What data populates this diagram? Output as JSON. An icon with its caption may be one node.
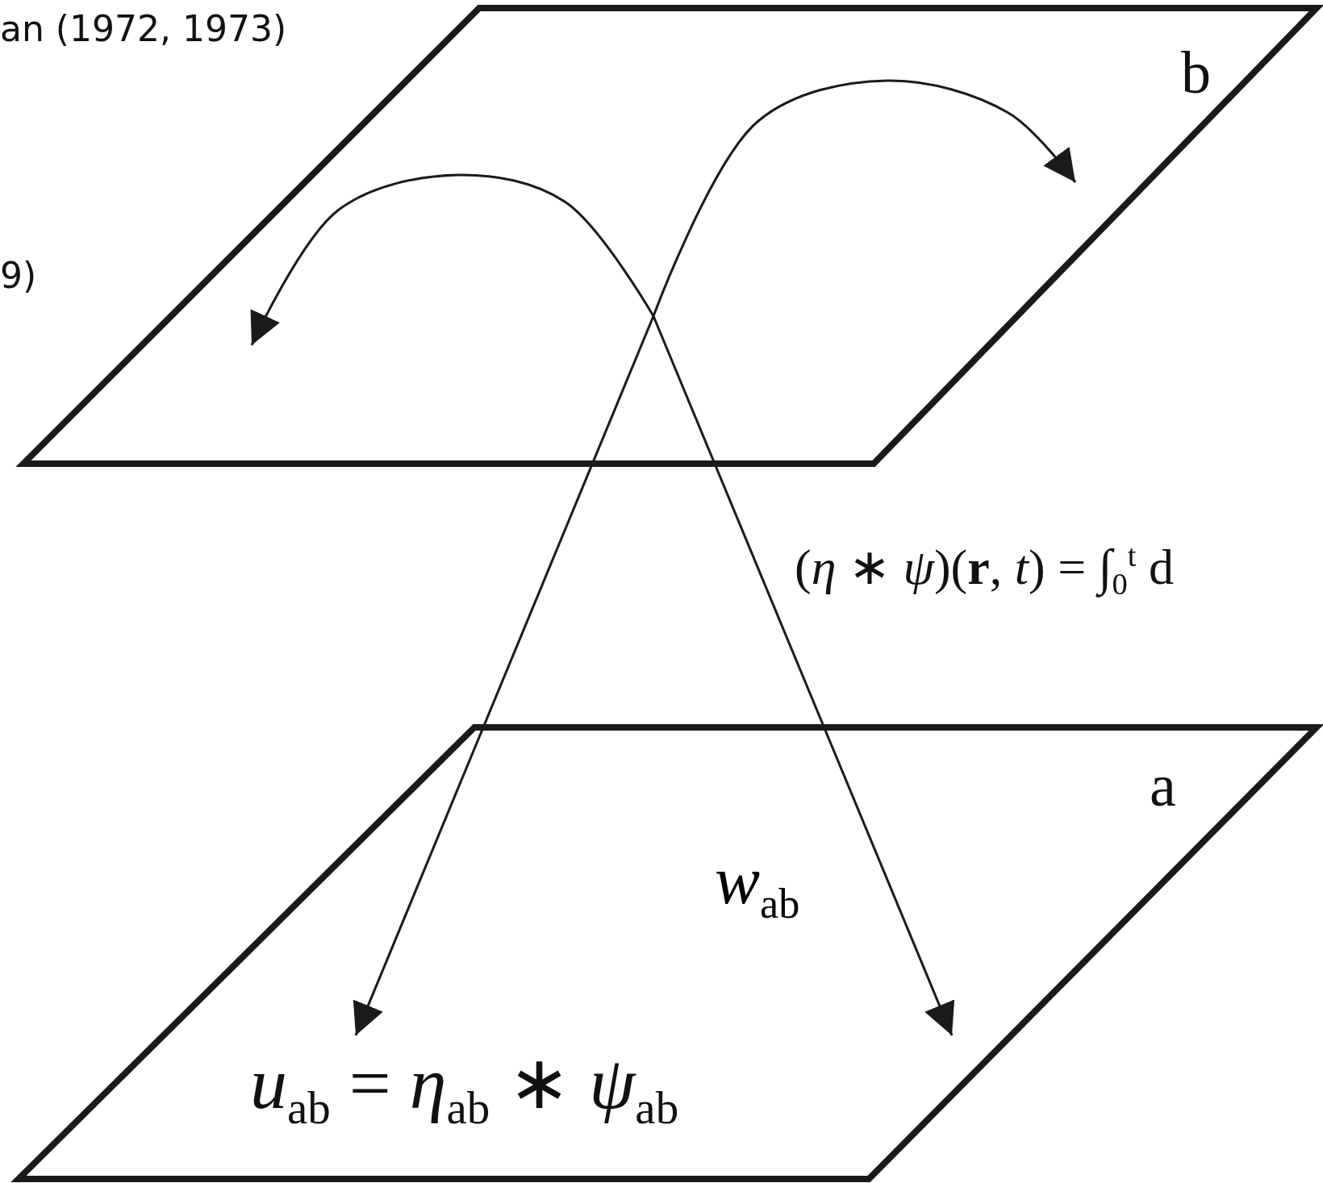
{
  "diagram": {
    "nodes": [
      {
        "text": [
          "b"
        ]
      },
      {
        "text": [
          "a",
          "*u*$_{ab}$ = *η*$_{ab}$ ∗ *ψ*$_{ab}$"
        ]
      }
    ],
    "edges": [
      {
        "from": 0,
        "to": 0,
        "arrow": "to"
      },
      {
        "from": 0,
        "to": 0,
        "arrow": "to"
      },
      {
        "from": 0,
        "to": 1,
        "arrow": "to"
      },
      {
        "from": 0,
        "to": 1,
        "arrow": "to",
        "label": "*w*$_{ab}$"
      }
    ],
    "labels": [
      "an (1972, 1973)",
      "9)",
      "(*η* ∗ *ψ*)(**r**, *t*) = ∫$_{0}$$^{t}$ d"
    ]
  }
}
